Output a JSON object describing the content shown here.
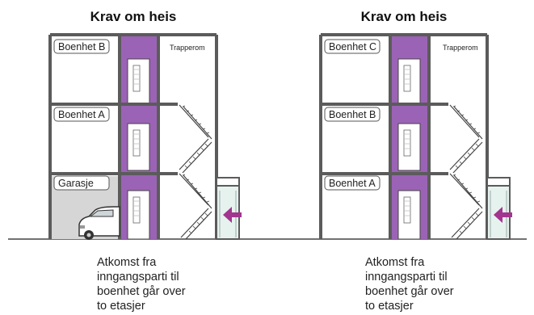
{
  "left": {
    "title": "Krav om heis",
    "stair_label": "Trapperom",
    "floors": [
      "Boenhet B",
      "Boenhet A",
      "Garasje"
    ],
    "caption": [
      "Atkomst fra",
      "inngangsparti til",
      "boenhet går over",
      "to etasjer"
    ]
  },
  "right": {
    "title": "Krav om heis",
    "stair_label": "Trapperom",
    "floors": [
      "Boenhet C",
      "Boenhet B",
      "Boenhet A"
    ],
    "caption": [
      "Atkomst fra",
      "inngangsparti til",
      "boenhet går over",
      "to etasjer"
    ]
  },
  "colors": {
    "wall": "#5b5b5b",
    "elevator": "#9b63b5",
    "door_glass": "#e6f2ee",
    "entry_arrow": "#a2358f",
    "garage": "#d6d6d6"
  }
}
